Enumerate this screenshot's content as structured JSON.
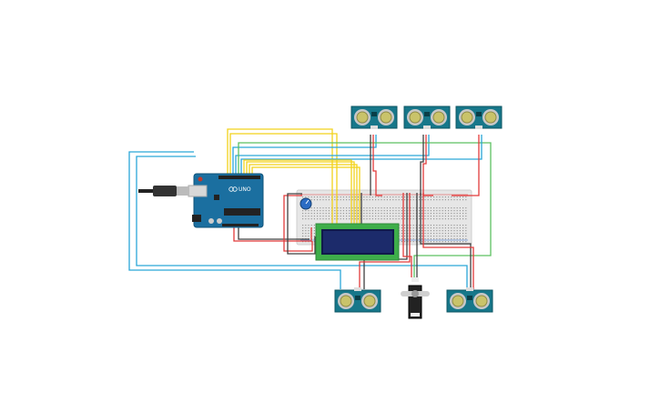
{
  "board": {
    "label": "UNO",
    "color": "#1b6fa0"
  },
  "colors": {
    "wire_yellow": "#f2d21b",
    "wire_blue": "#2aa6d8",
    "wire_green": "#5cc160",
    "wire_red": "#e23b3b",
    "wire_black": "#404040",
    "breadboard": "#e8e8e8",
    "lcd_pcb": "#3eae4a",
    "lcd_screen": "#1c2b6b",
    "sensor_pcb": "#17778a"
  },
  "components": [
    "arduino-uno",
    "usb-cable",
    "breadboard",
    "lcd-16x2",
    "potentiometer",
    "ultrasonic-sensor",
    "ultrasonic-sensor",
    "ultrasonic-sensor",
    "ultrasonic-sensor",
    "ultrasonic-sensor",
    "servo-motor"
  ]
}
